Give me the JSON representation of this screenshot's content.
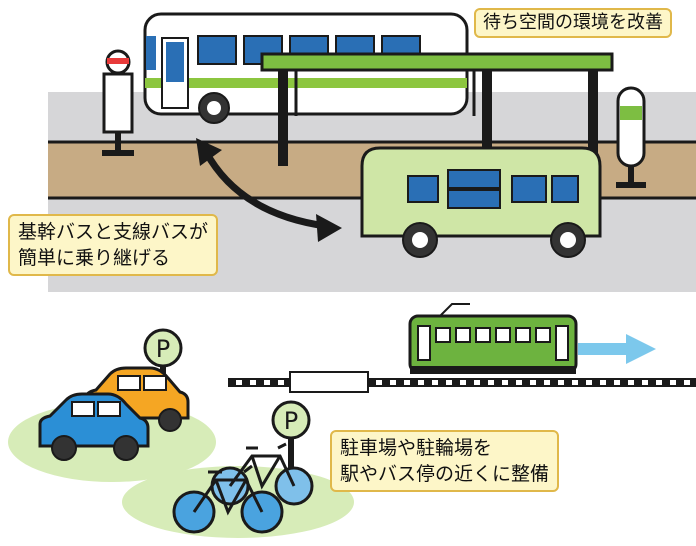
{
  "labels": {
    "waiting_space": "待ち空間の環境を改善",
    "transfer_line1": "基幹バスと支線バスが",
    "transfer_line2": "簡単に乗り継げる",
    "parking_line1": "駐車場や駐輪場を",
    "parking_line2": "駅やバス停の近くに整備"
  },
  "signs": {
    "parking_letter": "P"
  },
  "colors": {
    "road": "#d6d6d8",
    "sidewalk": "#c7ab84",
    "shelter_green": "#7dbe42",
    "bus_white": "#ffffff",
    "bus_stripe": "#8cc63f",
    "feeder_bus": "#cfe6a6",
    "window_blue": "#2a6fb5",
    "train_green": "#6db33f",
    "arrow_blue": "#7cc8ec",
    "car_orange": "#f5a623",
    "car_blue": "#2b8fd6",
    "bicycle_blue": "#4aa3df",
    "grass": "#d7ecb8",
    "label_bg": "#fdf6c8",
    "label_border": "#e0b84a"
  }
}
